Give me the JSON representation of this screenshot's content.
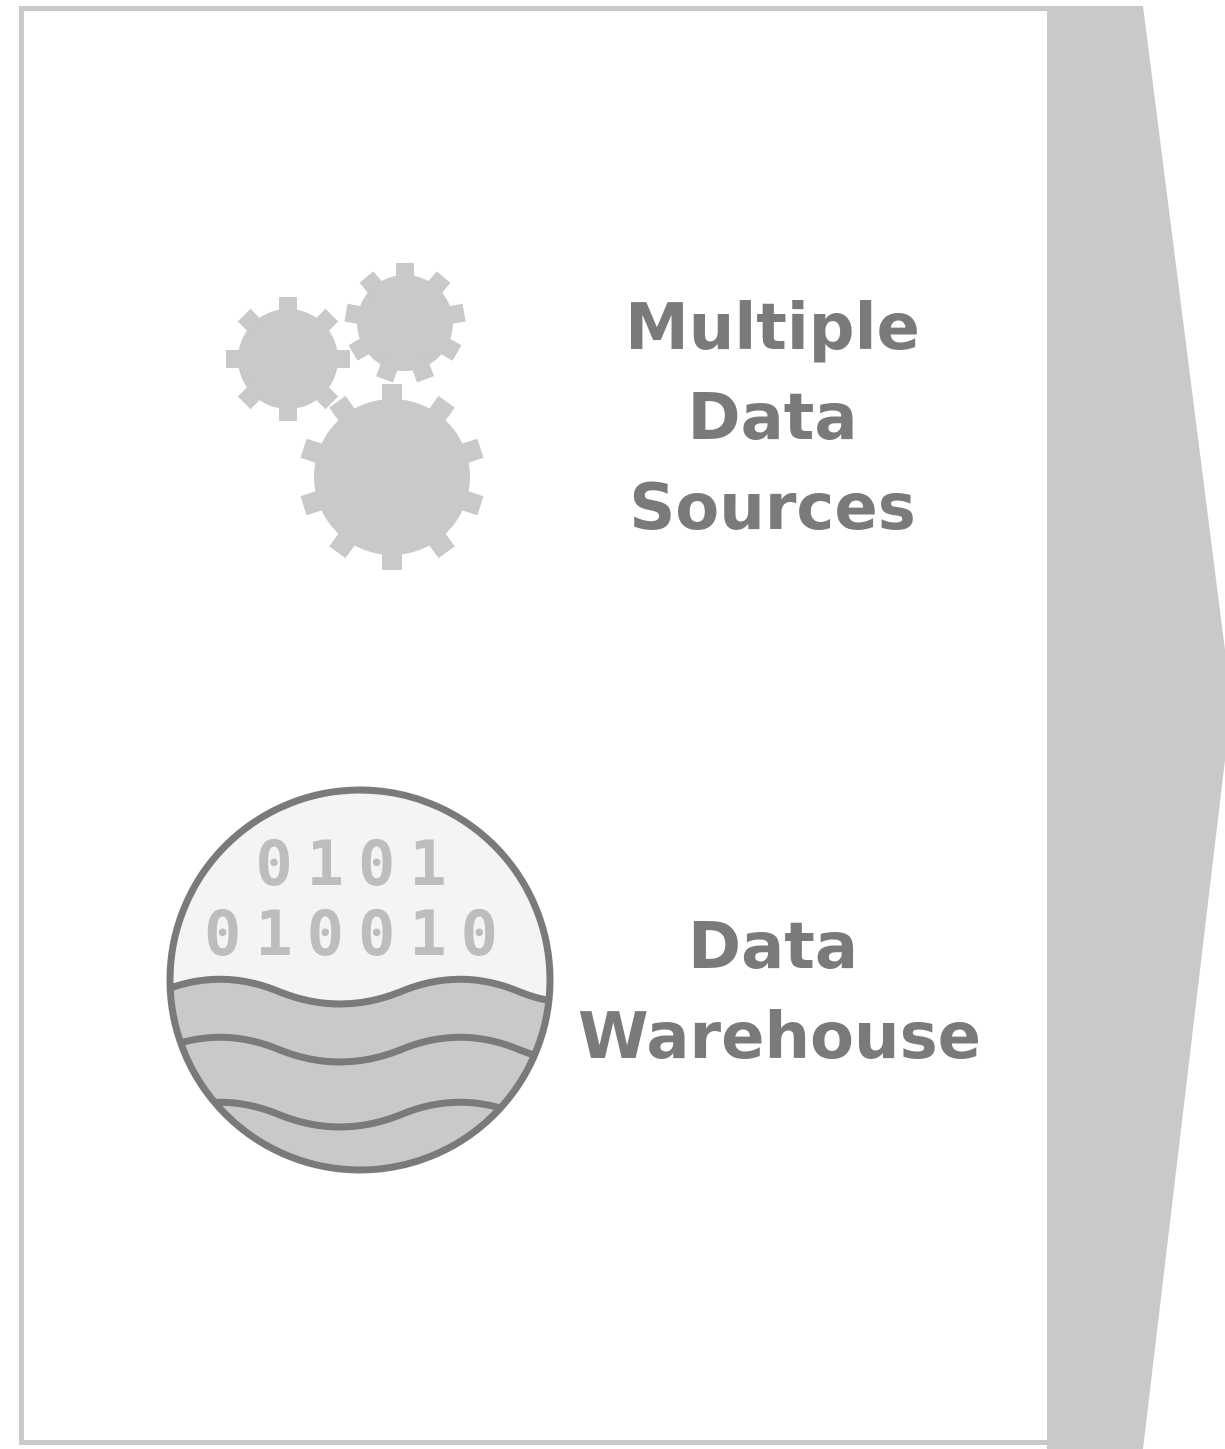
{
  "sources": {
    "label_lines": [
      "Multiple",
      "Data",
      "Sources"
    ],
    "icon": "gears-icon"
  },
  "warehouse": {
    "label_lines": [
      "Data",
      "Warehouse"
    ],
    "icon": "data-lake-icon",
    "binary_rows": [
      "0101",
      "010010"
    ]
  },
  "colors": {
    "text": "#7a7a7a",
    "icon_fill": "#c9c9c9",
    "outline": "#7a7a7a",
    "arrow": "#c9c9c9"
  }
}
